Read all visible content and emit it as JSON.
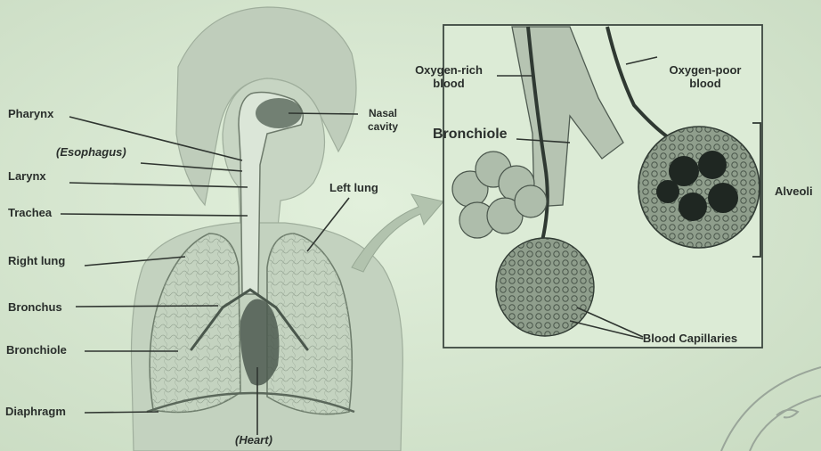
{
  "left_diagram": {
    "labels": {
      "pharynx": "Pharynx",
      "esophagus": "(Esophagus)",
      "larynx": "Larynx",
      "trachea": "Trachea",
      "right_lung": "Right lung",
      "bronchus": "Bronchus",
      "bronchiole": "Bronchiole",
      "diaphragm": "Diaphragm",
      "heart": "(Heart)",
      "nasal_cavity": "Nasal cavity",
      "left_lung": "Left lung"
    }
  },
  "right_diagram": {
    "labels": {
      "oxygen_rich_blood": "Oxygen-rich blood",
      "oxygen_poor_blood": "Oxygen-poor blood",
      "bronchiole": "Bronchiole",
      "alveoli": "Alveoli",
      "blood_capillaries": "Blood Capillaries"
    }
  },
  "colors": {
    "background": "#d6e7d0",
    "ink": "#2a2f2c",
    "figure_shade": "#b9c7b6",
    "lung_fill": "#c4d3c0",
    "inset_fill": "#dcebd6"
  }
}
